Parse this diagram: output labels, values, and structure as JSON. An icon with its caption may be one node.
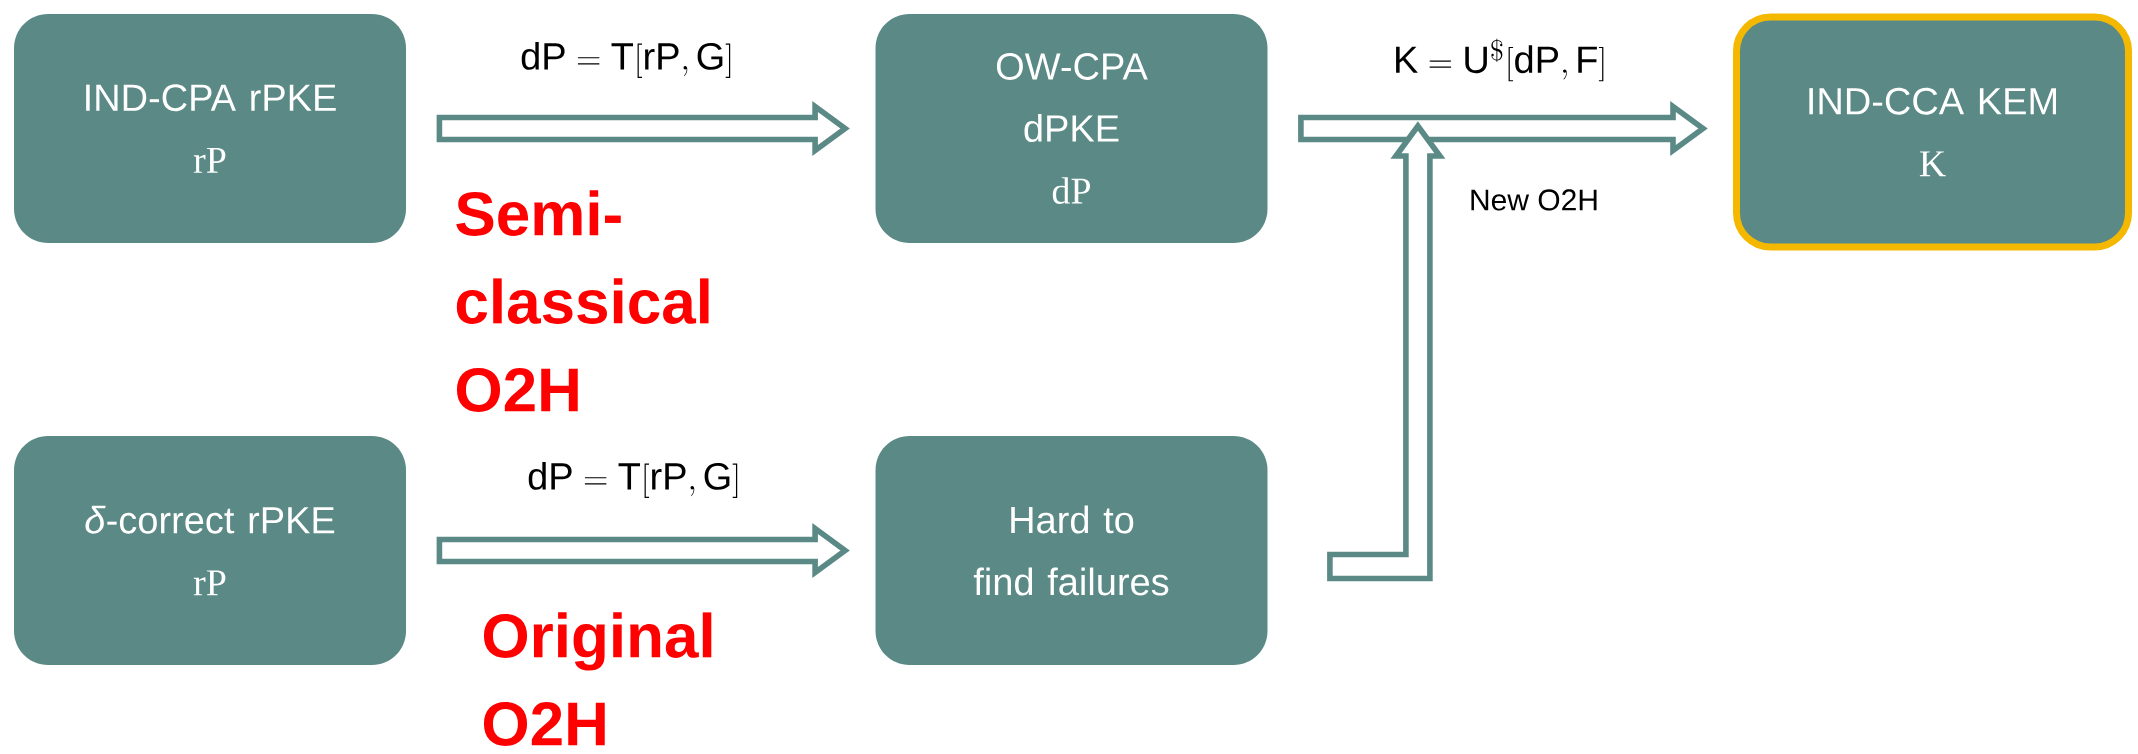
{
  "diagram": {
    "nodes": [
      {
        "text": [
          "IND-CPA rPKE",
          "rP"
        ]
      },
      {
        "text": [
          "OW-CPA dPKE",
          "dP"
        ]
      },
      {
        "text": [
          "IND-CCA KEM",
          "K"
        ]
      },
      {
        "text": [
          "*δ*-correct rPKE",
          "rP"
        ]
      },
      {
        "text": [
          "Hard to find failures"
        ]
      }
    ],
    "edges": [
      {
        "from": 0,
        "to": 1,
        "arrow": "to",
        "label": "\\mathrm{dP}=\\mathrm{T}[\\mathrm{rP},\\mathrm{G}]"
      },
      {
        "from": 3,
        "to": 4,
        "arrow": "to",
        "label": "\\mathrm{dP}=\\mathrm{T}[\\mathrm{rP},\\mathrm{G}]"
      },
      {
        "from": 1,
        "to": 2,
        "arrow": "to",
        "label": "\\mathrm{K}=\\mathrm{U}^{\\$}[\\mathrm{dP},\\mathrm{F}]"
      },
      {
        "from": 4,
        "to": null,
        "arrow": "to"
      }
    ],
    "labels": [
      "Semi-classical O2H",
      "Original O2H",
      "New O2H"
    ]
  }
}
